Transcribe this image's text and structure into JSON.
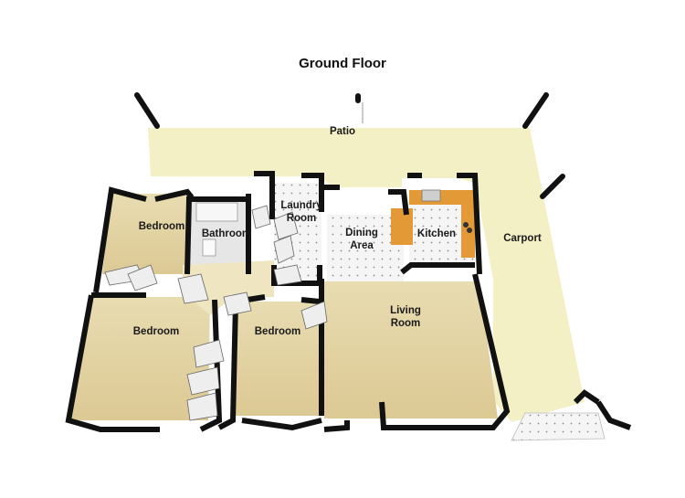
{
  "title": "Ground Floor",
  "rooms": {
    "patio": "Patio",
    "carport": "Carport",
    "bedroom_top": "Bedroom",
    "bathroom": "Bathroom",
    "laundry_1": "Laundry",
    "laundry_2": "Room",
    "dining_1": "Dining",
    "dining_2": "Area",
    "kitchen": "Kitchen",
    "bedroom_left": "Bedroom",
    "bedroom_mid": "Bedroom",
    "living_1": "Living",
    "living_2": "Room"
  },
  "colors": {
    "outdoor": "#f4f1c8",
    "floor": "#e6d7a8",
    "wall": "#111111",
    "wall_face": "#f2f2f2",
    "tile": "#f4f4f4",
    "counter": "#e39a36"
  }
}
